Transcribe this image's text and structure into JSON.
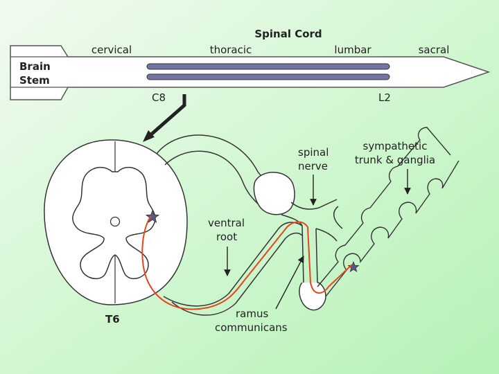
{
  "title": "Spinal Cord",
  "brain_stem": [
    "Brain",
    "Stem"
  ],
  "regions": {
    "cervical": "cervical",
    "thoracic": "thoracic",
    "lumbar": "lumbar",
    "sacral": "sacral"
  },
  "levels": {
    "c8": "C8",
    "l2": "L2",
    "t6": "T6"
  },
  "labels": {
    "spinal_nerve": [
      "spinal",
      "nerve"
    ],
    "sympathetic": [
      "sympathetic",
      "trunk & ganglia"
    ],
    "ventral_root": [
      "ventral",
      "root"
    ],
    "ramus": [
      "ramus",
      "communicans"
    ]
  },
  "colors": {
    "background_left": "#f1fbef",
    "background_right": "#b4f2b6",
    "line": "#222222",
    "outflow_bar": "#7474a4",
    "pathway": "#e8431f",
    "neuron_star": "#5a5a8a"
  }
}
